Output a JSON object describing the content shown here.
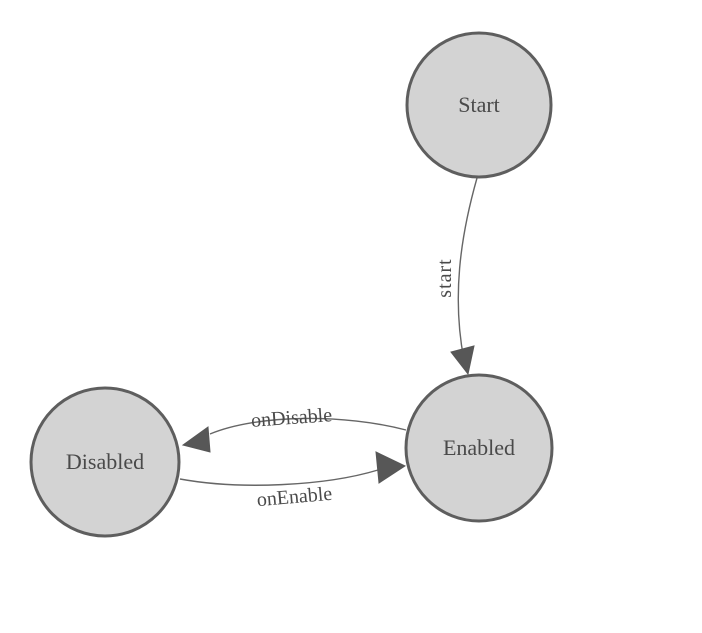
{
  "diagram": {
    "type": "state-machine",
    "colors": {
      "background": "#ffffff",
      "node-fill": "#d3d3d3",
      "node-stroke": "#5e5e5e",
      "edge-line": "#666666",
      "arrow-fill": "#575757",
      "label-text": "#4a4a4a"
    },
    "nodes": [
      {
        "id": "start",
        "label": "Start"
      },
      {
        "id": "enabled",
        "label": "Enabled"
      },
      {
        "id": "disabled",
        "label": "Disabled"
      }
    ],
    "edges": [
      {
        "from": "Start",
        "to": "Enabled",
        "label": "start"
      },
      {
        "from": "Enabled",
        "to": "Disabled",
        "label": "onDisable"
      },
      {
        "from": "Disabled",
        "to": "Enabled",
        "label": "onEnable"
      }
    ]
  }
}
